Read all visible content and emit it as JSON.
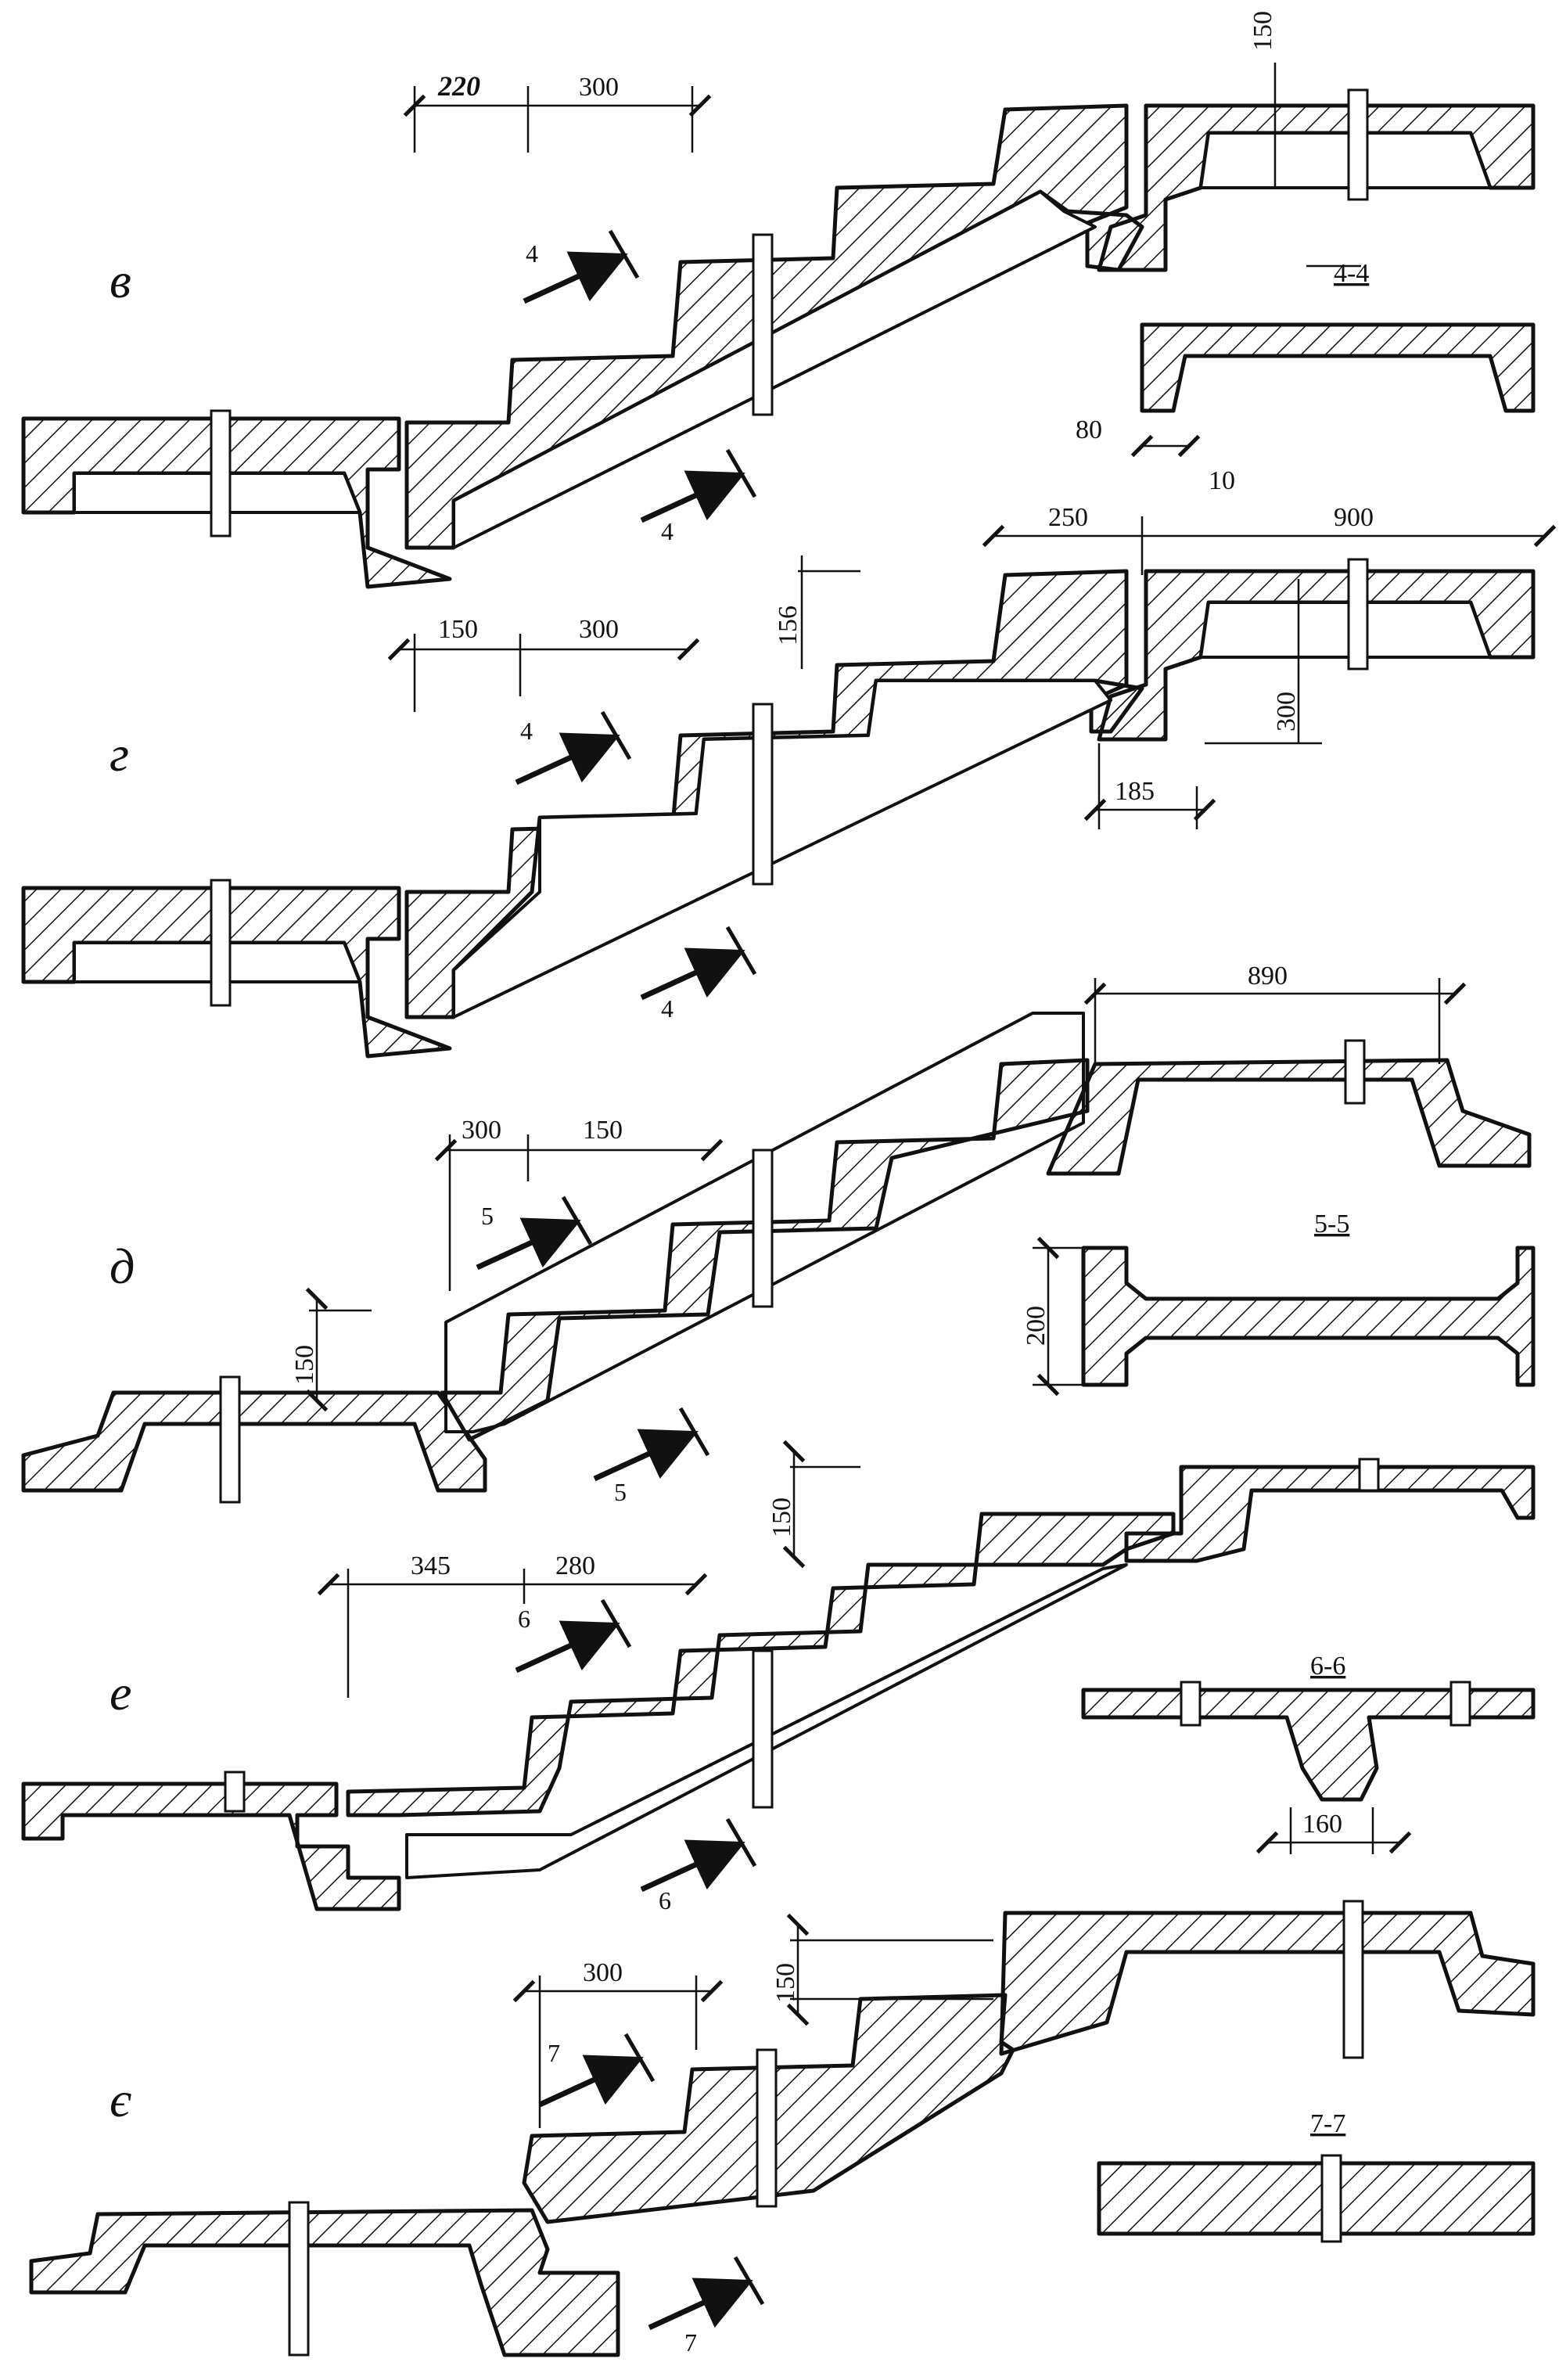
{
  "variants": [
    {
      "letter": "в",
      "dims": [
        "220",
        "300",
        "150",
        "80",
        "10"
      ],
      "section": "4-4",
      "arrows": [
        "4",
        "4"
      ]
    },
    {
      "letter": "г",
      "dims": [
        "250",
        "900",
        "156",
        "150",
        "300",
        "300",
        "185"
      ],
      "arrows": [
        "4",
        "4"
      ]
    },
    {
      "letter": "д",
      "dims": [
        "890",
        "150",
        "300",
        "150",
        "200"
      ],
      "section": "5-5",
      "arrows": [
        "5",
        "5"
      ]
    },
    {
      "letter": "е",
      "dims": [
        "150",
        "345",
        "280",
        "160"
      ],
      "section": "6-6",
      "arrows": [
        "6",
        "6"
      ]
    },
    {
      "letter": "є",
      "dims": [
        "150",
        "300"
      ],
      "section": "7-7",
      "arrows": [
        "7",
        "7"
      ]
    }
  ]
}
